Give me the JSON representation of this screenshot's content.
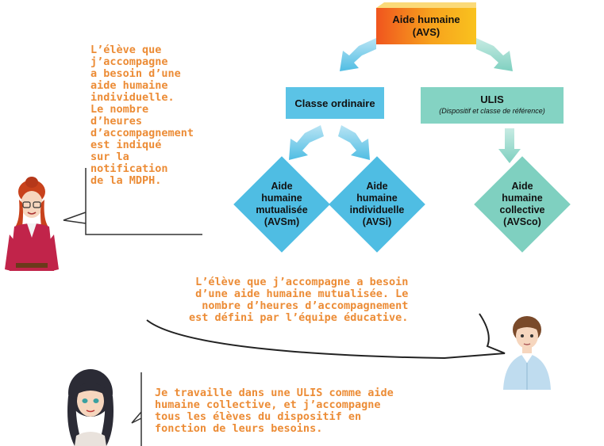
{
  "diagram": {
    "root": {
      "line1": "Aide humaine",
      "line2": "(AVS)"
    },
    "classe_ordinaire": {
      "label": "Classe ordinaire"
    },
    "ulis": {
      "label": "ULIS",
      "sublabel": "(Dispositif et classe de référence)"
    },
    "avsm": {
      "line1": "Aide",
      "line2": "humaine",
      "line3": "mutualisée",
      "line4": "(AVSm)"
    },
    "avsi": {
      "line1": "Aide",
      "line2": "humaine",
      "line3": "individuelle",
      "line4": "(AVSi)"
    },
    "avsco": {
      "line1": "Aide",
      "line2": "humaine",
      "line3": "collective",
      "line4": "(AVSco)"
    }
  },
  "bubbles": {
    "individual": "L’élève que\nj’accompagne\na besoin d’une\naide humaine\nindividuelle.\nLe nombre\nd’heures\nd’accompagnement\nest indiqué\nsur la\nnotification\nde la MDPH.",
    "mutualised": "L’élève que j’accompagne a besoin\nd’une aide humaine mutualisée. Le\nnombre d’heures d’accompagnement\nest défini par l’équipe éducative.",
    "collective": "Je travaille dans une ULIS comme aide\nhumaine collective, et j’accompagne\ntous les élèves du dispositif en\nfonction de leurs besoins."
  },
  "colors": {
    "orange_text": "#ec8c36",
    "classe_blue": "#5bc3e6",
    "ulis_green": "#84d3c3",
    "root_orange": "#f0551e",
    "root_yellow": "#f9c21e"
  },
  "icons": [
    "woman-redhead-avatar",
    "man-avatar",
    "woman-darkhair-avatar"
  ]
}
